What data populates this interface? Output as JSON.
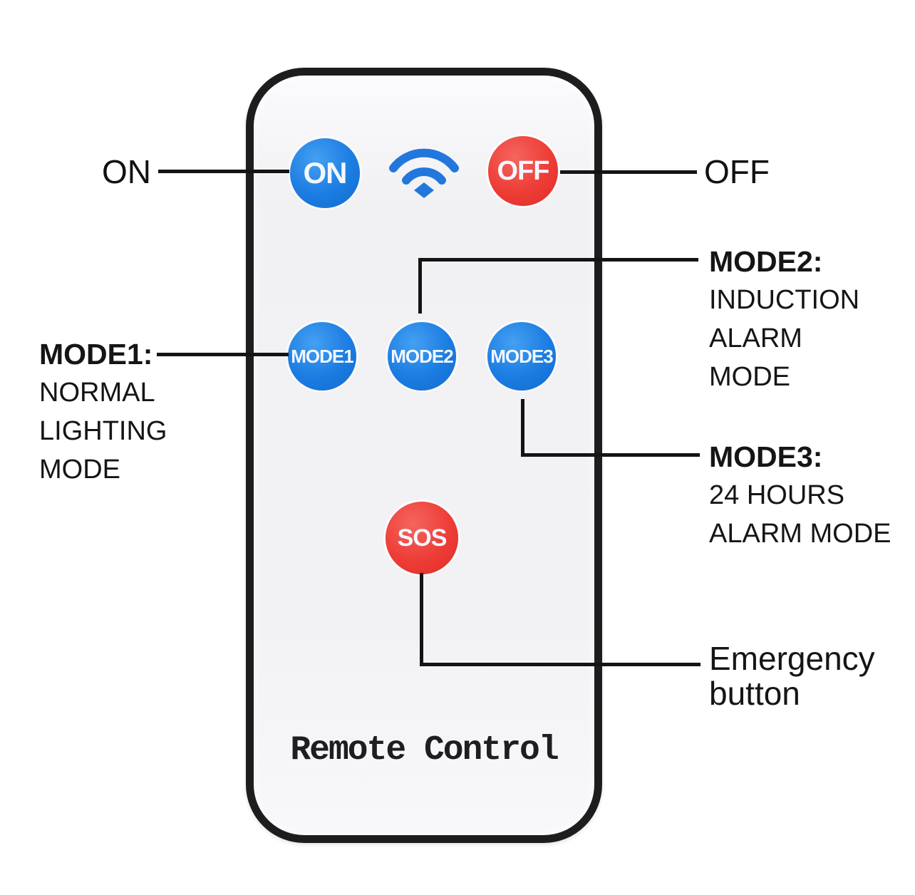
{
  "remote": {
    "label": "Remote Control",
    "buttons": {
      "on": {
        "label": "ON",
        "color": "#1b7ce2"
      },
      "off": {
        "label": "OFF",
        "color": "#ee3c36"
      },
      "mode1": {
        "label": "MODE1",
        "color": "#1b7ce2"
      },
      "mode2": {
        "label": "MODE2",
        "color": "#1b7ce2"
      },
      "mode3": {
        "label": "MODE3",
        "color": "#1b7ce2"
      },
      "sos": {
        "label": "SOS",
        "color": "#ee3c36"
      }
    },
    "icons": {
      "wifi": {
        "name": "wifi-icon",
        "color": "#2277dd"
      }
    }
  },
  "annotations": {
    "on": {
      "label": "ON"
    },
    "off": {
      "label": "OFF"
    },
    "mode1": {
      "title": "MODE1:",
      "lines": [
        "NORMAL",
        "LIGHTING",
        "MODE"
      ]
    },
    "mode2": {
      "title": "MODE2:",
      "lines": [
        "INDUCTION",
        "ALARM",
        "MODE"
      ]
    },
    "mode3": {
      "title": "MODE3:",
      "lines": [
        "24 HOURS",
        "ALARM MODE"
      ]
    },
    "emergency": {
      "lines": [
        "Emergency",
        "button"
      ]
    }
  },
  "colors": {
    "callout_line": "#141414",
    "remote_border": "#1d1d1f",
    "remote_body": "#f2f2f5",
    "button_blue": "#1b7ce2",
    "button_red": "#ee3c36",
    "wifi_blue": "#2277dd"
  }
}
